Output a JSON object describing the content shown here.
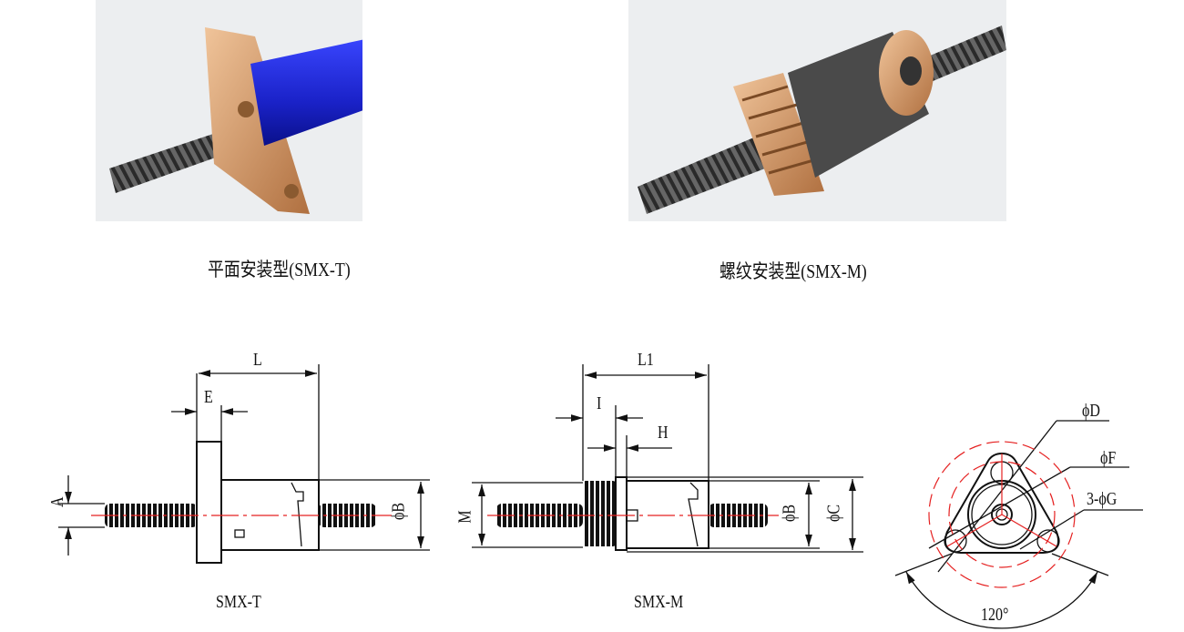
{
  "photos": [
    {
      "caption": "平面安装型(SMX-T)",
      "nut_color": "#1a22c8"
    },
    {
      "caption": "螺纹安装型(SMX-M)",
      "nut_color": "#4a4a4a"
    }
  ],
  "drawings": {
    "smx_t": {
      "title": "SMX-T",
      "dims": {
        "L": "L",
        "E": "E",
        "A": "A",
        "B": "ϕB"
      }
    },
    "smx_m": {
      "title": "SMX-M",
      "dims": {
        "L1": "L1",
        "I": "I",
        "H": "H",
        "M": "M",
        "B": "ϕB",
        "C": "ϕC"
      }
    },
    "flange_view": {
      "dims": {
        "D": "ϕD",
        "F": "ϕF",
        "G": "3-ϕG",
        "angle": "120°"
      }
    }
  },
  "colors": {
    "bronze": "#c98f5a",
    "centerline": "#e52020",
    "line": "#111111"
  }
}
